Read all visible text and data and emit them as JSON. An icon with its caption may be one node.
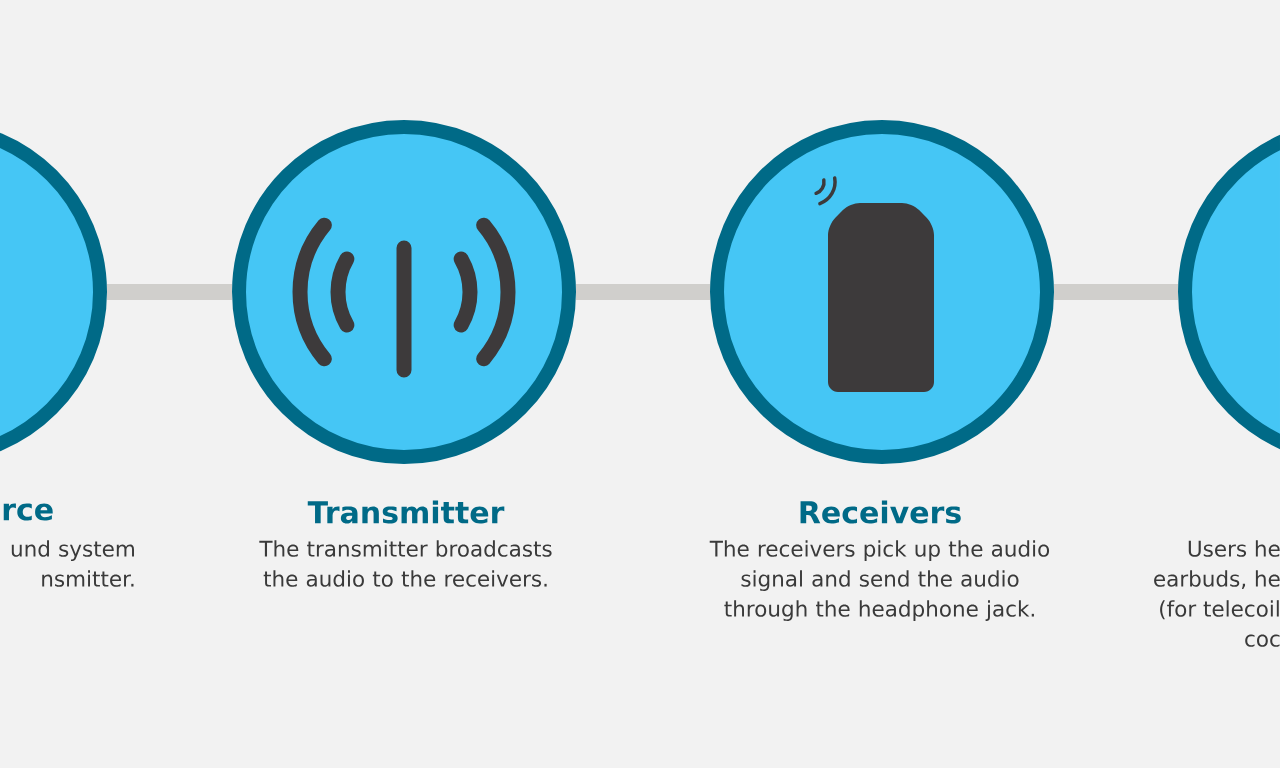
{
  "diagram": {
    "nodes": [
      {
        "text": [
          "rce",
          "und system nsmitter."
        ]
      },
      {
        "text": [
          "Transmitter",
          "The transmitter broadcasts the audio to the receivers."
        ]
      },
      {
        "text": [
          "Receivers",
          "The receivers pick up the audio signal and send the audio through the headphone jack."
        ]
      },
      {
        "text": [
          "Users he earbuds, he (for telecoil coc"
        ]
      }
    ],
    "edges": [
      {
        "from": 0,
        "to": 1,
        "arrow": "none"
      },
      {
        "from": 1,
        "to": 2,
        "arrow": "none"
      },
      {
        "from": 2,
        "to": 3,
        "arrow": "none"
      }
    ]
  }
}
